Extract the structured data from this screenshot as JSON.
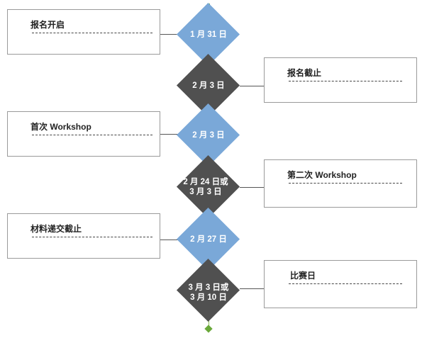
{
  "milestones": [
    {
      "date": "1 月 31 日",
      "tone": "light",
      "side": "left",
      "title": "报名开启"
    },
    {
      "date": "2 月 3 日",
      "tone": "dark",
      "side": "right",
      "title": "报名截止"
    },
    {
      "date": "2 月 3 日",
      "tone": "light",
      "side": "left",
      "title": "首次 Workshop"
    },
    {
      "date": "2 月 24 日或\n3 月 3 日",
      "tone": "dark",
      "side": "right",
      "title": "第二次 Workshop"
    },
    {
      "date": "2 月 27 日",
      "tone": "light",
      "side": "left",
      "title": "材料递交截止"
    },
    {
      "date": "3 月 3 日或\n3 月 10 日",
      "tone": "dark",
      "side": "right",
      "title": "比赛日"
    }
  ],
  "colors": {
    "light_diamond": "#7aa8d8",
    "dark_diamond": "#505050",
    "spine": "#8fbf5a",
    "card_border": "#9a9a9a"
  }
}
